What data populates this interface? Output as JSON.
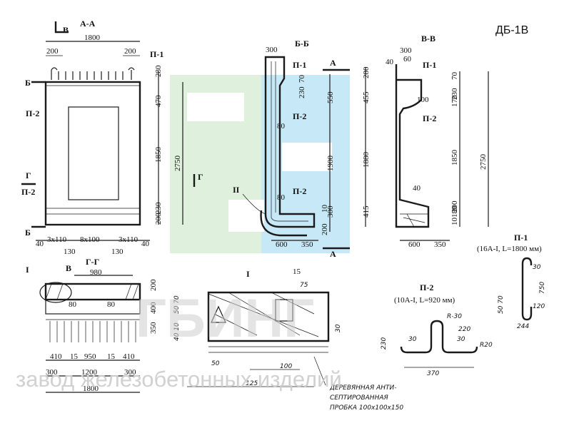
{
  "drawing_code": "ДБ-1В",
  "sections": {
    "aa": "А-А",
    "bb": "Б-Б",
    "vv": "В-В",
    "gg": "Г-Г",
    "detail": "I"
  },
  "markers": {
    "a": "А",
    "b": "Б",
    "v": "В",
    "g": "Г",
    "i": "I",
    "ii": "II"
  },
  "parts": {
    "p1": "П-1",
    "p2": "П-2"
  },
  "p1_spec": "(16А-I, L=1800 мм)",
  "p2_spec": "(10А-I, L=920 мм)",
  "dims": {
    "d1800": "1800",
    "d200": "200",
    "d280": "280",
    "d470": "470",
    "d1850": "1850",
    "d2750": "2750",
    "d230": "230",
    "d40": "40",
    "d3x110": "3x110",
    "d8x100": "8x100",
    "d130": "130",
    "d300": "300",
    "d70": "70",
    "d550": "550",
    "d80": "80",
    "d1900": "1900",
    "d10": "10",
    "d600": "600",
    "d350": "350",
    "d455": "455",
    "d60": "60",
    "d100": "100",
    "d170": "170",
    "d1880": "1880",
    "d415": "415",
    "d180": "180",
    "d980": "980",
    "d400": "400",
    "d410": "410",
    "d15": "15",
    "d950": "950",
    "d1200": "1200",
    "d75": "75",
    "d50": "50",
    "d30": "30",
    "d125": "125",
    "d370": "370",
    "dR20": "R20",
    "dR30": "R-30",
    "d220": "220",
    "d750": "750",
    "d120": "120",
    "d244": "244",
    "d5070": "50 70",
    "d4010": "40 10"
  },
  "note": {
    "line1": "ДЕРЕВЯННАЯ АНТИ-",
    "line2": "СЕПТИРОВАННАЯ",
    "line3": "ПРОБКА 100x100x150"
  },
  "watermark": {
    "brand": "ГБИНГ",
    "subtitle": "завод железобетонных изделий"
  },
  "colors": {
    "logo_green": "#dff1dc",
    "logo_blue": "#c7e9f7",
    "ink": "#1a1a1a",
    "watermark": "#cfcfcf"
  }
}
